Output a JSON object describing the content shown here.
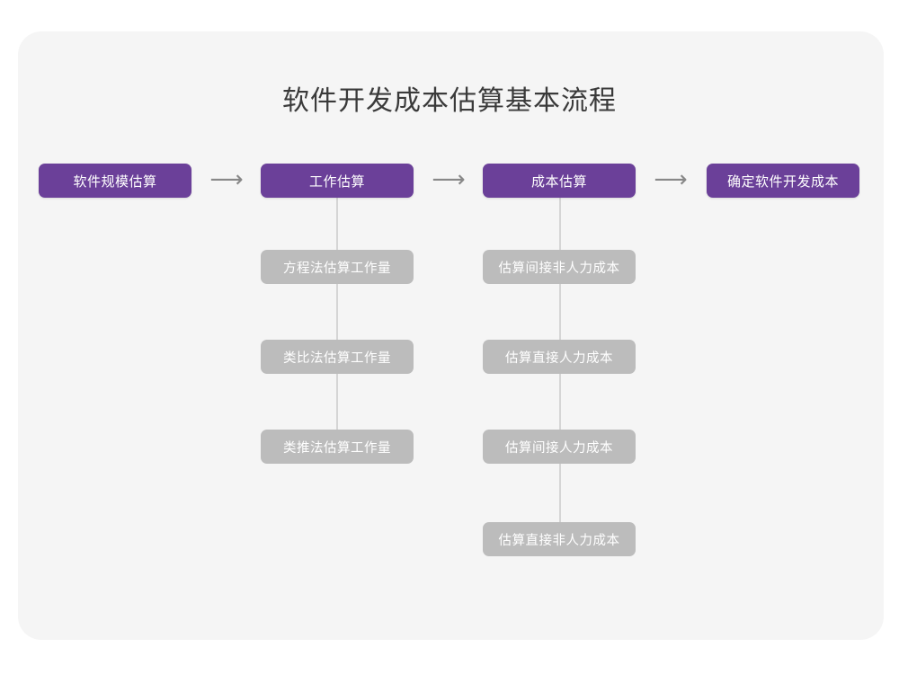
{
  "diagram": {
    "title": "软件开发成本估算基本流程",
    "colors": {
      "page_background": "#ffffff",
      "card_background": "#f5f5f5",
      "primary_node": "#6b4099",
      "secondary_node": "#bcbcbc",
      "connector_line": "#d5d5d5",
      "arrow": "#888888",
      "title_text": "#3a3a3a",
      "node_text": "#ffffff"
    },
    "main_flow": [
      {
        "label": "软件规模估算"
      },
      {
        "label": "工作估算"
      },
      {
        "label": "成本估算"
      },
      {
        "label": "确定软件开发成本"
      }
    ],
    "arrows": [
      {
        "glyph": "⟶"
      },
      {
        "glyph": "⟶"
      },
      {
        "glyph": "⟶"
      }
    ],
    "branches": [
      {
        "parent": "工作估算",
        "items": [
          {
            "label": "方程法估算工作量"
          },
          {
            "label": "类比法估算工作量"
          },
          {
            "label": "类推法估算工作量"
          }
        ]
      },
      {
        "parent": "成本估算",
        "items": [
          {
            "label": "估算间接非人力成本"
          },
          {
            "label": "估算直接人力成本"
          },
          {
            "label": "估算间接人力成本"
          },
          {
            "label": "估算直接非人力成本"
          }
        ]
      }
    ]
  }
}
